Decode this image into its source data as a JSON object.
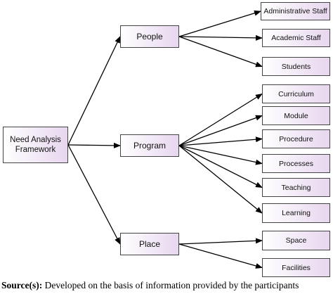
{
  "diagram": {
    "root": "Need Analysis Framework",
    "categories": [
      {
        "label": "People",
        "items": [
          "Administrative Staff",
          "Academic Staff",
          "Students"
        ]
      },
      {
        "label": "Program",
        "items": [
          "Curriculum",
          "Module",
          "Procedure",
          "Processes",
          "Teaching",
          "Learning"
        ]
      },
      {
        "label": "Place",
        "items": [
          "Space",
          "Facilities"
        ]
      }
    ]
  },
  "caption": {
    "prefix": "Source(s):",
    "text": " Developed on the basis of information provided by the participants"
  },
  "colors": {
    "box_border": "#444444",
    "box_fill_end": "#e7d6ef",
    "arrow": "#000000"
  }
}
